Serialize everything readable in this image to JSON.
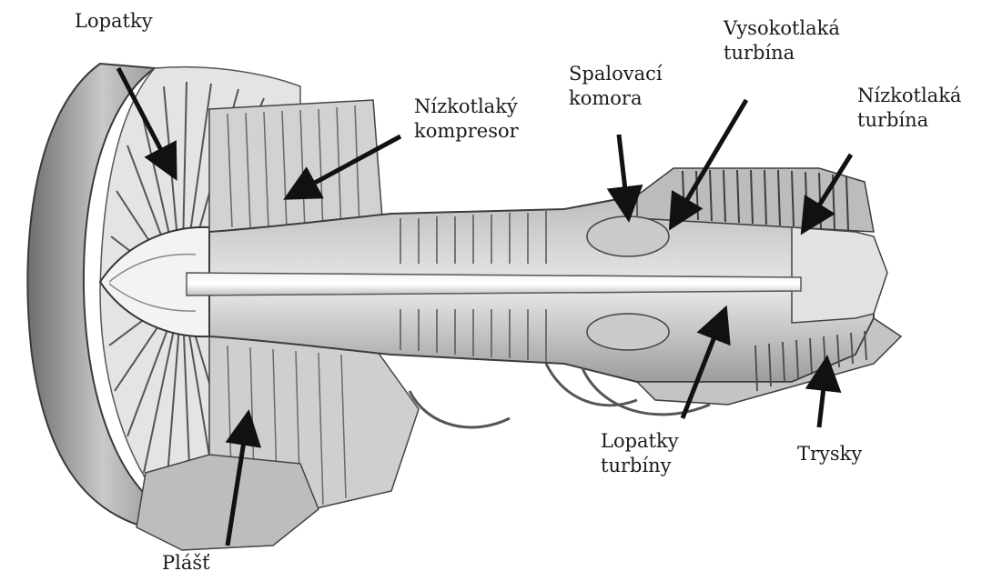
{
  "labels": {
    "lopatky": "Lopatky",
    "nizkotlaky_kompresor": [
      "Nízkotlaký",
      "kompresor"
    ],
    "spalovaci_komora": [
      "Spalovací",
      "komora"
    ],
    "vysokotlaka_turbina": [
      "Vysokotlaká",
      "turbína"
    ],
    "nizkotlaka_turbina": [
      "Nízkotlaká",
      "turbína"
    ],
    "lopatky_turbiny": [
      "Lopatky",
      "turbíny"
    ],
    "trysky": "Trysky",
    "plast": "Plášť"
  },
  "colors": {
    "arrow": "#111111",
    "metal_light": "#d9d9d9",
    "metal_mid": "#9a9a9a",
    "metal_dark": "#4a4a4a",
    "background": "#ffffff"
  }
}
